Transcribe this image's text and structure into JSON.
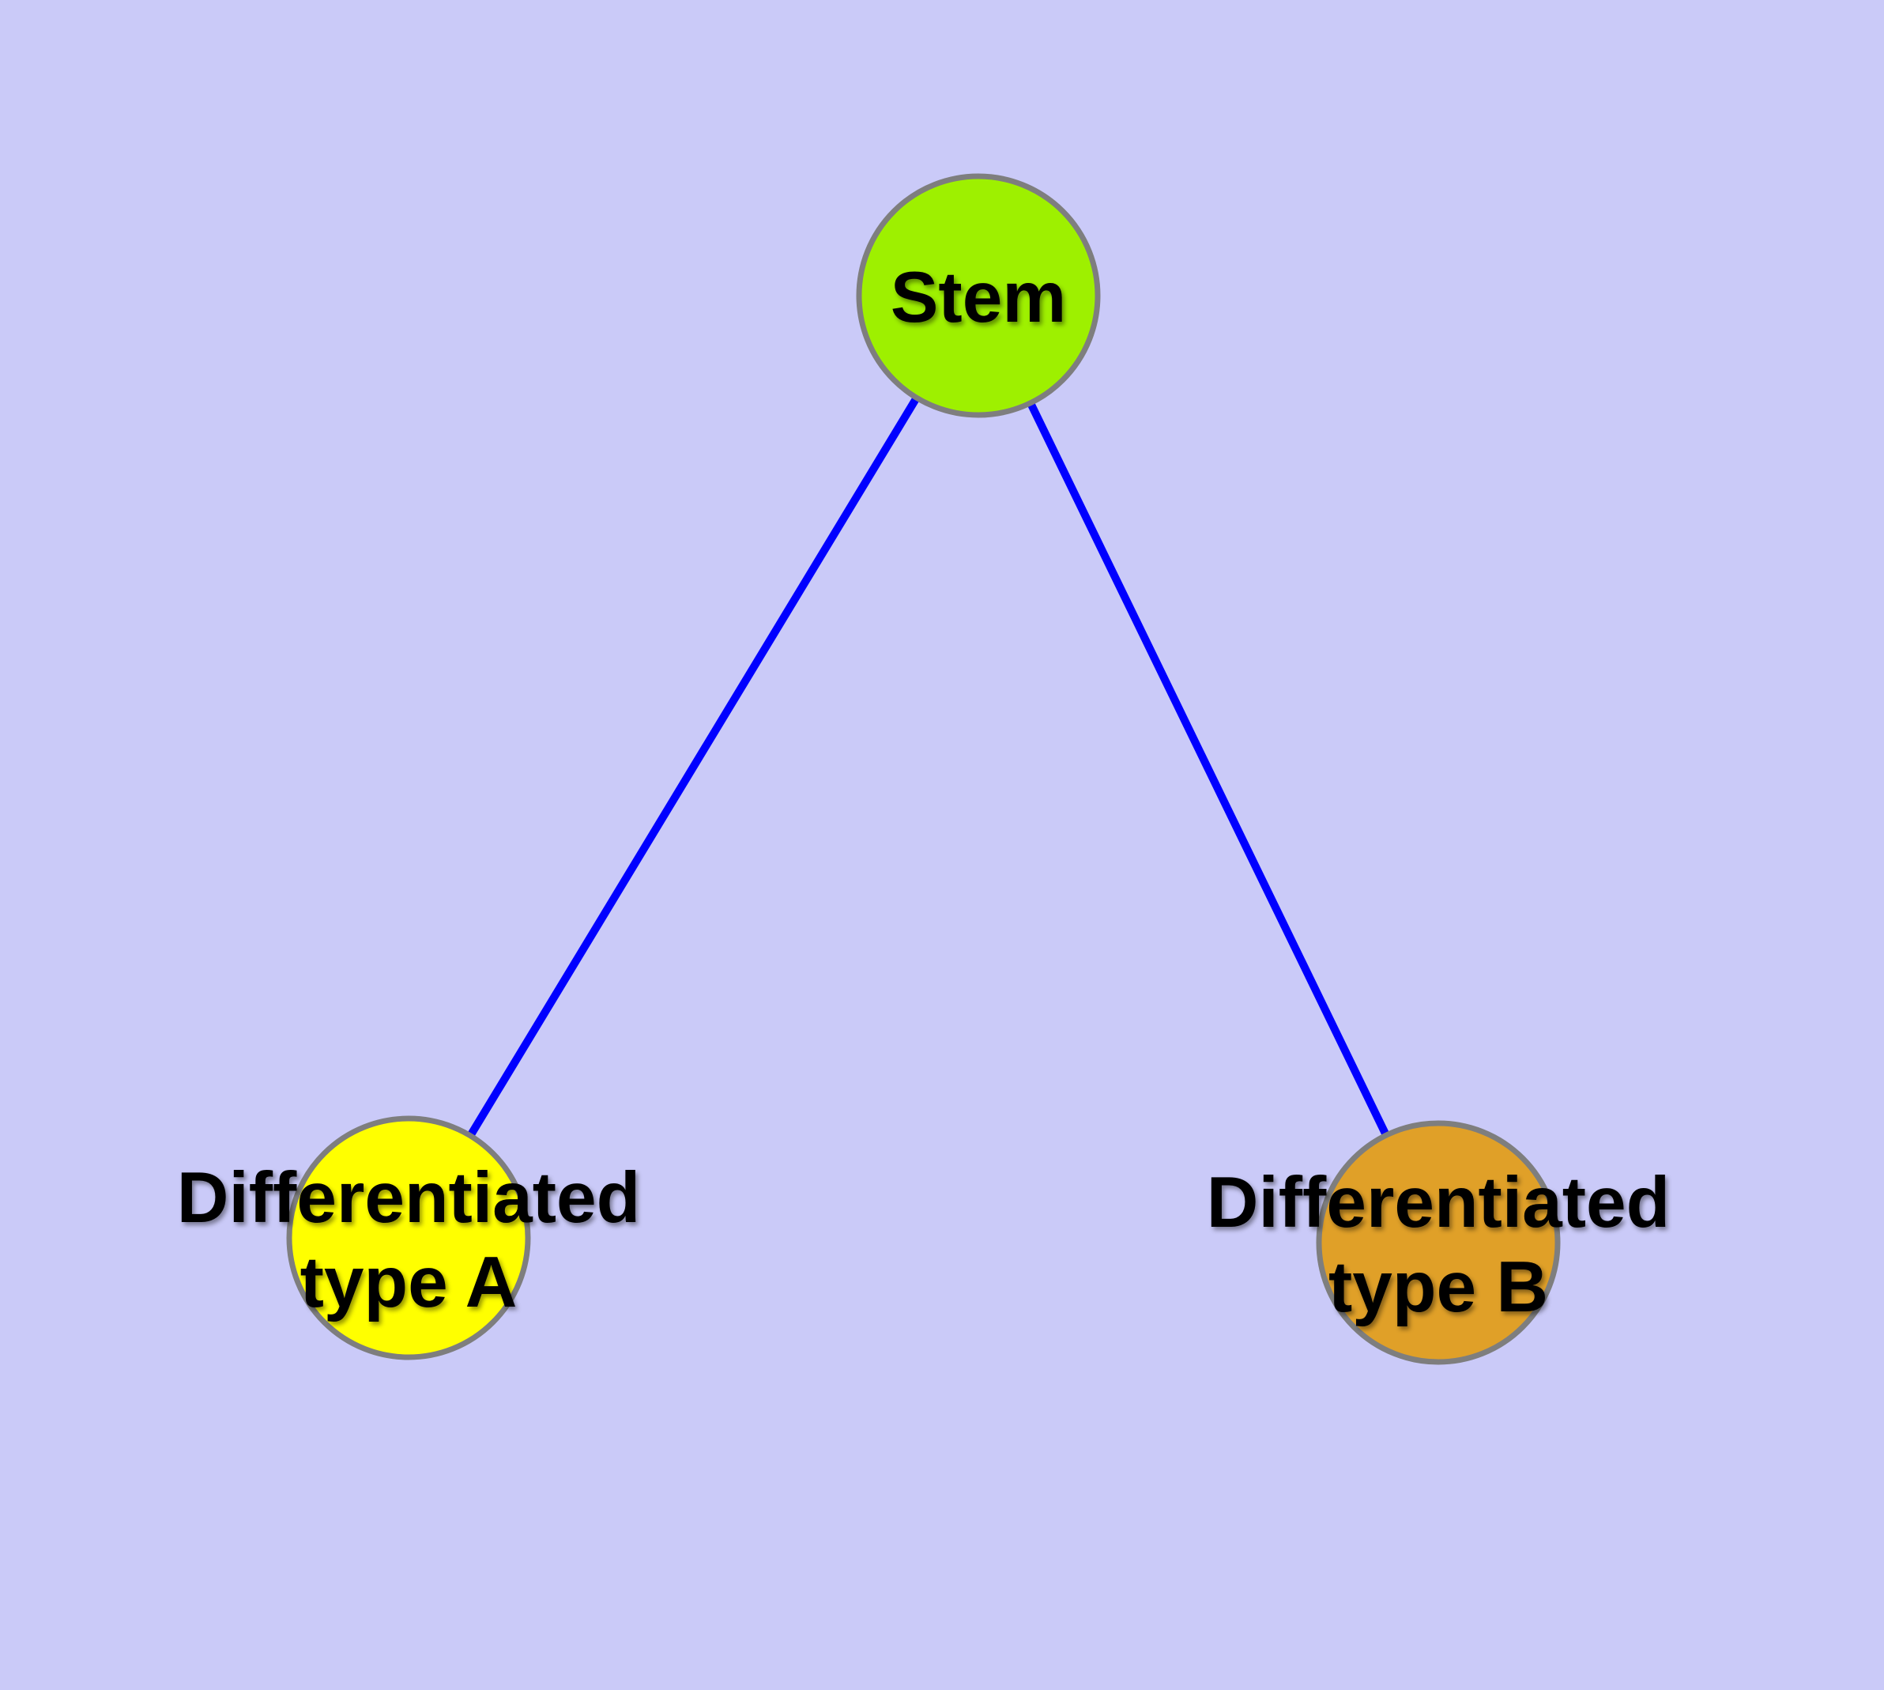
{
  "diagram": {
    "type": "graph",
    "style": {
      "background_color": "#cacaf8",
      "edge_color": "#0000ff",
      "node_border_color": "#7e7e7e",
      "label_color": "#000000"
    },
    "nodes": [
      {
        "id": "stem",
        "label": "Stem",
        "fill": "#9ef000"
      },
      {
        "id": "differentiated-type-a",
        "label": "Differentiated type A",
        "label_line1": "Differentiated",
        "label_line2": "type A",
        "fill": "#ffff00"
      },
      {
        "id": "differentiated-type-b",
        "label": "Differentiated type B",
        "label_line1": "Differentiated",
        "label_line2": "type B",
        "fill": "#e0a028"
      }
    ],
    "edges": [
      {
        "from": "Stem",
        "to": "Differentiated type A"
      },
      {
        "from": "Stem",
        "to": "Differentiated type B"
      }
    ]
  }
}
